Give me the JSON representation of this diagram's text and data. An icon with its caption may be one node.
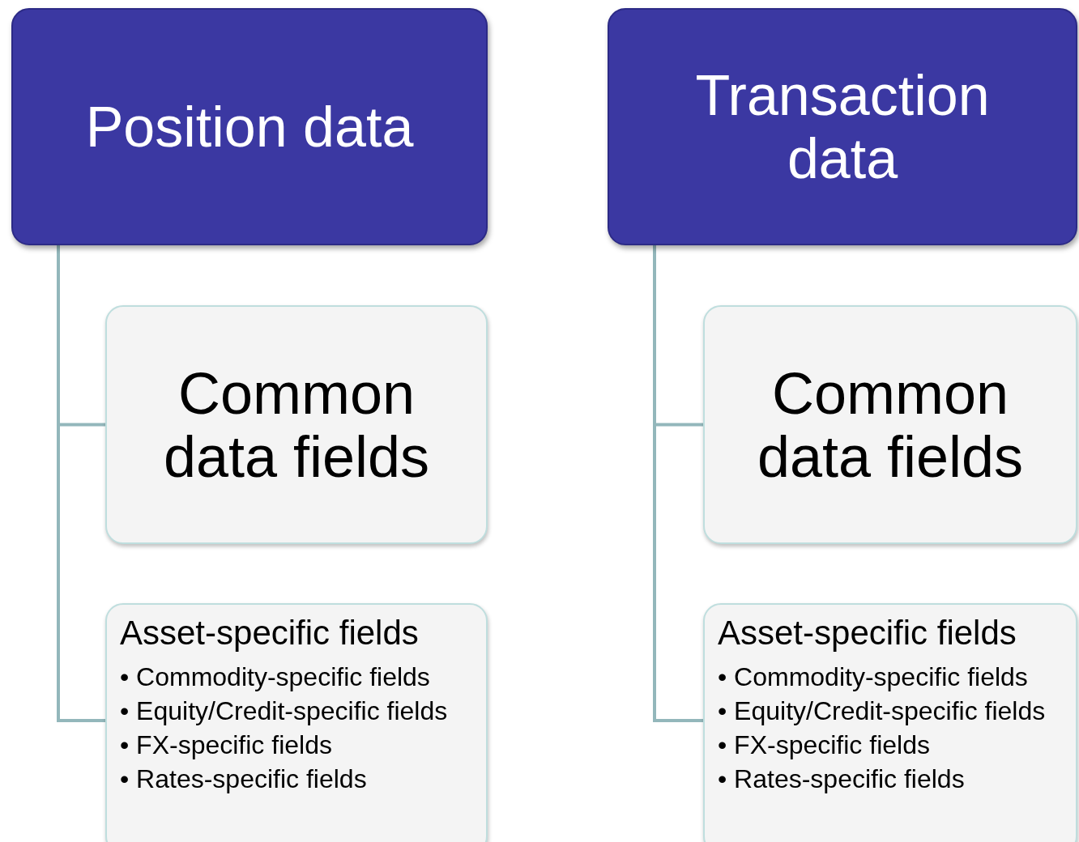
{
  "diagram": {
    "nodes": [
      {
        "text": [
          "Position data"
        ]
      },
      {
        "text": [
          "Common data fields"
        ]
      },
      {
        "text": [
          "Asset-specific fields",
          "• Commodity-specific fields",
          "• Equity/Credit-specific fields",
          "• FX-specific fields",
          "• Rates-specific fields"
        ]
      },
      {
        "text": [
          "Transaction data"
        ]
      },
      {
        "text": [
          "Common data fields"
        ]
      },
      {
        "text": [
          "Asset-specific fields",
          "• Commodity-specific fields",
          "• Equity/Credit-specific fields",
          "• FX-specific fields",
          "• Rates-specific fields"
        ]
      }
    ],
    "edges": [
      {
        "from": 0,
        "to": 1,
        "arrow": "none"
      },
      {
        "from": 0,
        "to": 2,
        "arrow": "none"
      },
      {
        "from": 3,
        "to": 4,
        "arrow": "none"
      },
      {
        "from": 3,
        "to": 5,
        "arrow": "none"
      }
    ]
  }
}
